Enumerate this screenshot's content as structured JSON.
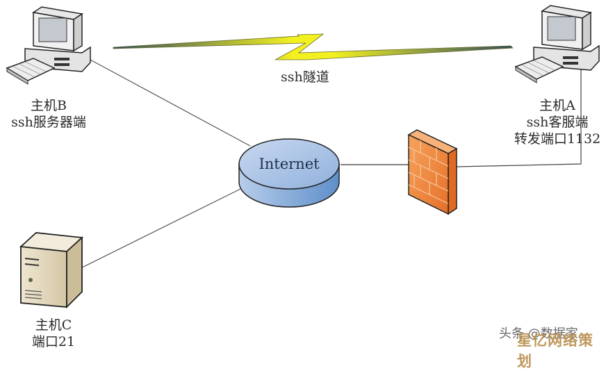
{
  "nodes": {
    "host_b": {
      "name": "主机B",
      "role": "ssh服务器端",
      "icon": "desktop-computer-icon"
    },
    "host_a": {
      "name": "主机A",
      "role": "ssh客服端",
      "detail": "转发端口1132",
      "icon": "desktop-computer-icon"
    },
    "host_c": {
      "name": "主机C",
      "detail": "端口21",
      "icon": "server-tower-icon"
    },
    "internet": {
      "label": "Internet",
      "icon": "cloud-disk-icon"
    },
    "firewall": {
      "icon": "firewall-brick-icon"
    }
  },
  "tunnel": {
    "label": "ssh隧道",
    "icon": "lightning-bolt-icon"
  },
  "colors": {
    "bolt": "#f3f020",
    "internet_fill": "#a9c3e6",
    "firewall": "#f08a3c",
    "line": "#555555"
  },
  "watermark": {
    "source": "头条 @数据家",
    "overlay": "星亿网络策划"
  }
}
